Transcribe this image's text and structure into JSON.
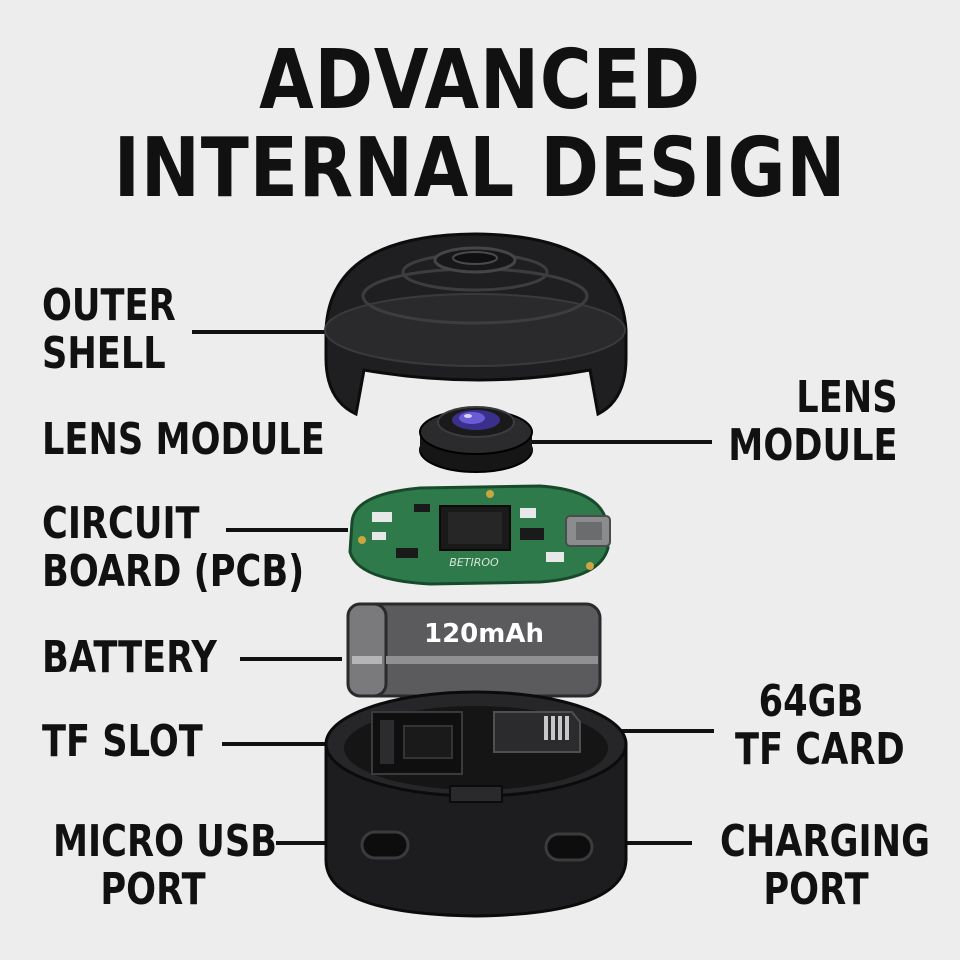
{
  "title": {
    "line1": "ADVANCED",
    "line2": "INTERNAL DESIGN"
  },
  "labels": {
    "outer_shell": [
      "OUTER",
      "SHELL"
    ],
    "lens_module_left": [
      "LENS MODULE"
    ],
    "lens_module_right": [
      "LENS",
      "MODULE"
    ],
    "circuit_board": [
      "CIRCUIT",
      "BOARD (PCB)"
    ],
    "battery": [
      "BATTERY"
    ],
    "tf_slot": [
      "TF SLOT"
    ],
    "tf_card": [
      "64GB",
      "TF CARD"
    ],
    "micro_usb": [
      "MICRO USB",
      "PORT"
    ],
    "charging_port": [
      "CHARGING",
      "PORT"
    ]
  },
  "battery_capacity": "120mAh",
  "pcb_marking": "BETIROO",
  "colors": {
    "background": "#ededee",
    "shell": "#1f1f21",
    "pcb": "#2f7a4a",
    "battery": "#5b5b5e",
    "lens": "#6b5bd6",
    "text": "#111111"
  }
}
